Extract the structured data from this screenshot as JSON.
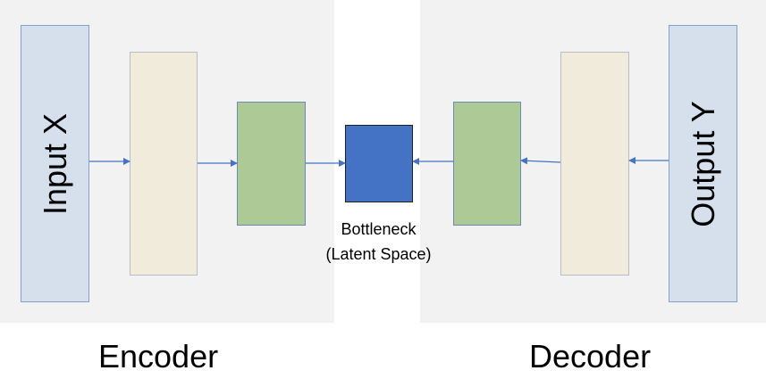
{
  "diagram": {
    "input_label": "Input X",
    "output_label": "Output Y",
    "bottleneck_line1": "Bottleneck",
    "bottleneck_line2": "(Latent Space)",
    "encoder_label": "Encoder",
    "decoder_label": "Decoder"
  },
  "colors": {
    "panel_bg": "#f2f2f2",
    "io_fill": "#d6e0ec",
    "io_stroke": "#7fa3cc",
    "wide_fill": "#f1ebdc",
    "wide_stroke": "#b9bcc4",
    "narrow_fill": "#adc996",
    "narrow_stroke": "#6a8bb8",
    "bottleneck_fill": "#4472c4",
    "bottleneck_stroke": "#1f1f1f",
    "arrow": "#4472c4"
  }
}
